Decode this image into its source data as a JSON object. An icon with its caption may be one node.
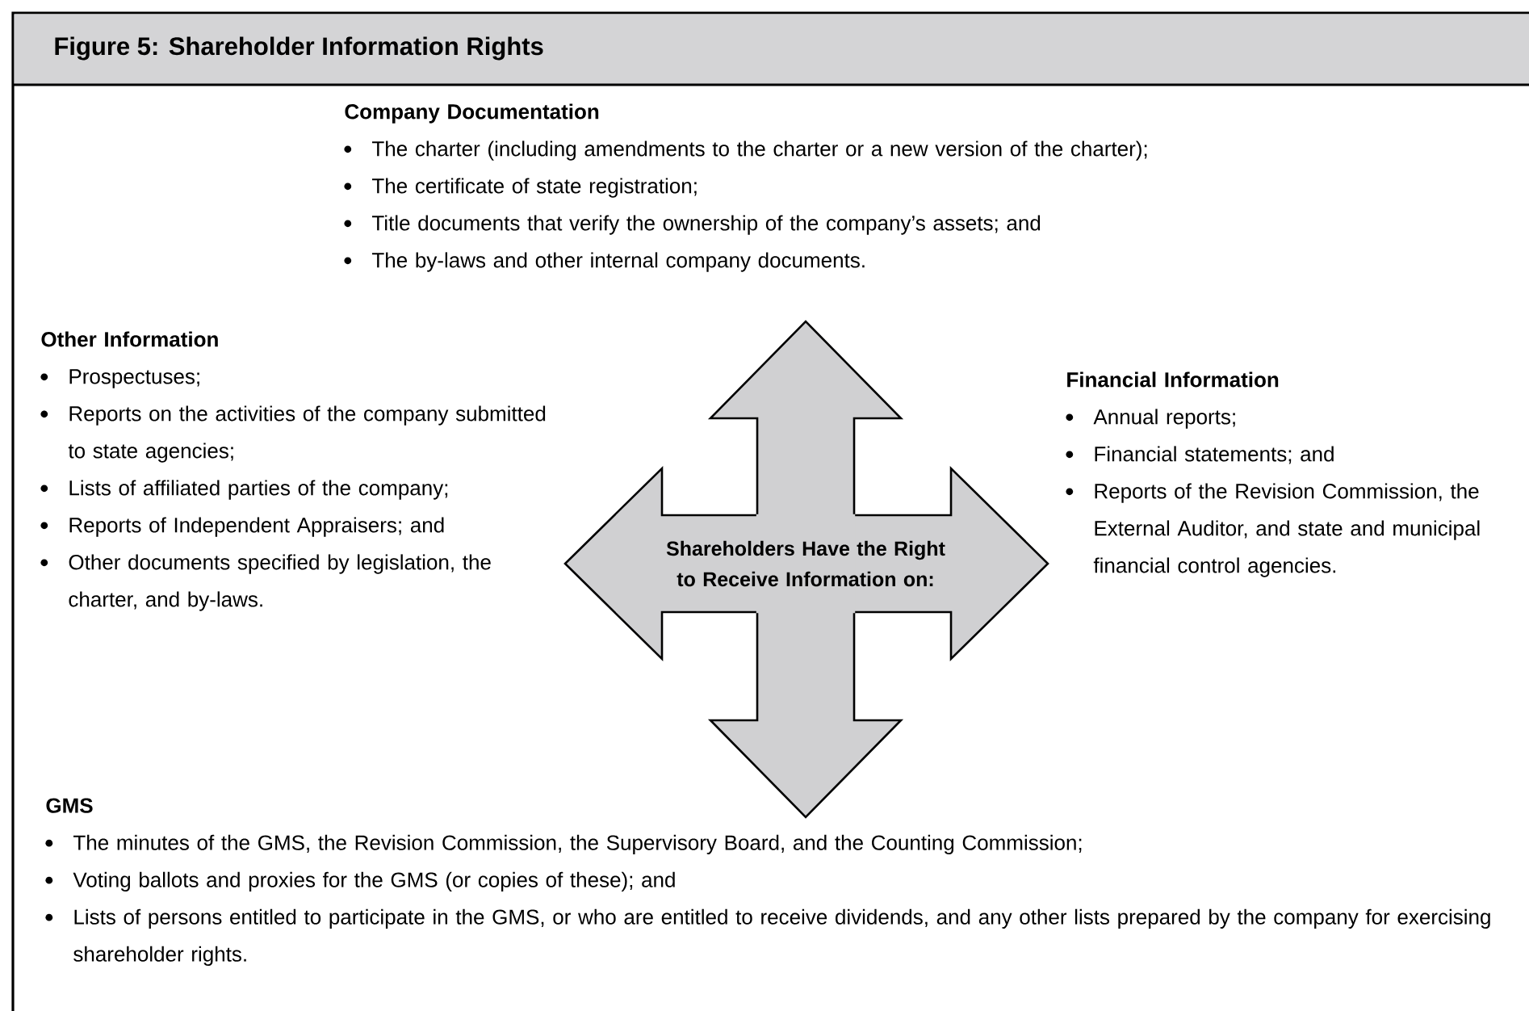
{
  "diagram": {
    "title": "Figure 5: Shareholder Information Rights",
    "nodes": [
      {
        "text": [
          "Company Documentation",
          "The charter (including amendments to the charter or a new version of the charter);",
          "The certificate of state registration;",
          "Title documents that verify the ownership of the company’s assets; and",
          "The by-laws and other internal company documents."
        ]
      },
      {
        "text": [
          "Other Information",
          "Prospectuses;",
          "Reports on the activities of the company submitted to state agencies;",
          "Lists of affiliated parties of the company;",
          "Reports of Independent Appraisers; and",
          "Other documents specified by legislation, the charter, and by-laws."
        ]
      },
      {
        "text": [
          "Shareholders Have the Right to Receive Information on:"
        ]
      },
      {
        "text": [
          "Financial Information",
          "Annual reports;",
          "Financial statements; and",
          "Reports of the Revision Commission, the External Auditor, and state and municipal financial control agencies."
        ]
      },
      {
        "text": [
          "GMS",
          "The minutes of the GMS, the Revision Commission, the Supervisory Board, and the Counting Commission;",
          "Voting ballots and proxies for the GMS (or copies of these); and",
          "Lists of persons entitled to participate in the GMS, or who are entitled to receive dividends, and any other lists prepared by the company for exercising shareholder rights."
        ]
      }
    ],
    "edges": [
      {
        "from": 2,
        "to": 0,
        "arrow": "to"
      },
      {
        "from": 2,
        "to": 1,
        "arrow": "to"
      },
      {
        "from": 2,
        "to": 3,
        "arrow": "to"
      },
      {
        "from": 2,
        "to": 4,
        "arrow": "to"
      }
    ]
  }
}
